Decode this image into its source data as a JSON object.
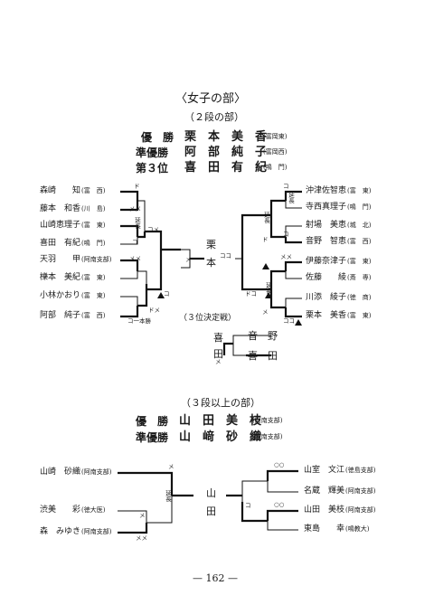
{
  "women": {
    "heading": "〈女子の部〉",
    "sub": "（２段の部）",
    "results": [
      {
        "rank": "優　勝",
        "name": "栗　本　美　香",
        "school": "(富岡東)"
      },
      {
        "rank": "準優勝",
        "name": "阿　部　純　子",
        "school": "(富岡西)"
      },
      {
        "rank": "第３位",
        "name": "喜　田　有　紀",
        "school": "(鳴　門)"
      }
    ],
    "left": [
      {
        "name": "森崎　　知",
        "school": "(富　西)"
      },
      {
        "name": "藤本　和香",
        "school": "(川　島)"
      },
      {
        "name": "山崎恵理子",
        "school": "(富　東)"
      },
      {
        "name": "喜田　有紀",
        "school": "(鳴　門)"
      },
      {
        "name": "天羽　　甲",
        "school": "(阿南支部)"
      },
      {
        "name": "櫟本　美紀",
        "school": "(富　東)"
      },
      {
        "name": "小林かおり",
        "school": "(富　東)"
      },
      {
        "name": "阿部　純子",
        "school": "(富　西)"
      }
    ],
    "right": [
      {
        "name": "沖津佐智恵",
        "school": "(富　東)"
      },
      {
        "name": "寺西真理子",
        "school": "(鳴　門)"
      },
      {
        "name": "射場　美恵",
        "school": "(城　北)"
      },
      {
        "name": "音野　智恵",
        "school": "(富　西)"
      },
      {
        "name": "伊藤奈津子",
        "school": "(富　東)"
      },
      {
        "name": "佐藤　　綾",
        "school": "(斎　専)"
      },
      {
        "name": "川添　綾子",
        "school": "(徳　商)"
      },
      {
        "name": "栗本　美香",
        "school": "(富　東)"
      }
    ],
    "final": {
      "top": "栗",
      "bottom": "本"
    },
    "third_title": "（３位決定戦）",
    "third": {
      "a1": "喜",
      "a2": "田",
      "b1": "音　野",
      "b2": "喜　田"
    },
    "marks": {
      "do": "ド",
      "men": "メ",
      "kote": "コ",
      "mm": "メメ",
      "dome": "ドメ",
      "koko": "ココ",
      "kome": "コメ",
      "docoo": "ドコ",
      "komen": "コ一本勝",
      "encho": "延長",
      "oo": "○○"
    }
  },
  "dan3": {
    "heading": "（３段以上の部）",
    "results": [
      {
        "rank": "優　勝",
        "name": "山　田　美　枝",
        "school": "(阿南支部)"
      },
      {
        "rank": "準優勝",
        "name": "山　﨑　砂　織",
        "school": "(阿南支部)"
      }
    ],
    "left": [
      {
        "name": "山崎　砂織",
        "school": "(阿南支部)"
      },
      {
        "name": "渋美　　彩",
        "school": "(徳大医)"
      },
      {
        "name": "森　みゆき",
        "school": "(阿南支部)"
      }
    ],
    "right": [
      {
        "name": "山室　文江",
        "school": "(徳島支部)"
      },
      {
        "name": "名蔵　輝美",
        "school": "(阿南支部)"
      },
      {
        "name": "山田　美枝",
        "school": "(阿南支部)"
      },
      {
        "name": "東島　　幸",
        "school": "(鳴教大)"
      }
    ],
    "final": {
      "top": "山",
      "bottom": "田"
    }
  },
  "page_number": "— 162 —"
}
